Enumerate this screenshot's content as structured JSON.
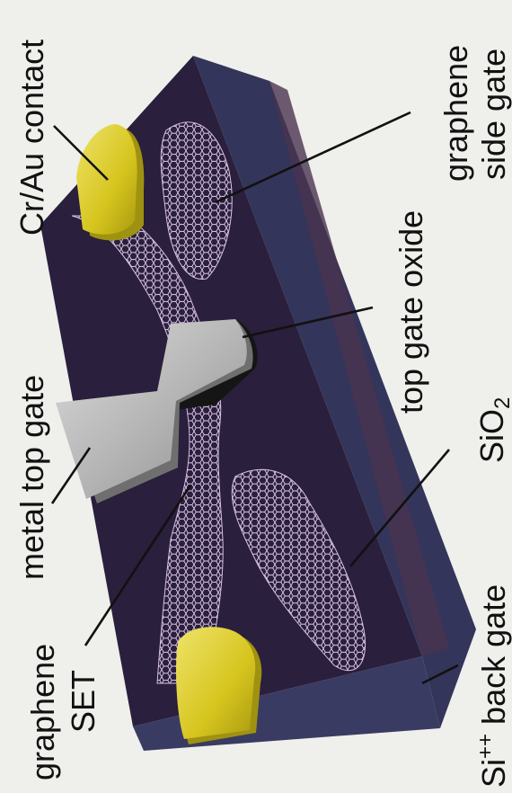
{
  "colors": {
    "substrate_top": "#2a1f3c",
    "substrate_side": "#34355a",
    "graphene": "#d7c0e4",
    "gold": "#d6c51e",
    "metal": "#b9b9b9",
    "oxide": "#1a1a1a",
    "background": "#efefec"
  },
  "labels": {
    "cr_au_contact": "Cr/Au contact",
    "graphene_side_gate_1": "graphene",
    "graphene_side_gate_2": "side gate",
    "top_gate_oxide": "top gate oxide",
    "metal_top_gate": "metal top gate",
    "sio2_base": "SiO",
    "sio2_sub": "2",
    "graphene_set_1": "graphene",
    "graphene_set_2": "SET",
    "back_gate_base": "Si",
    "back_gate_sup": "++",
    "back_gate_rest": " back gate"
  }
}
